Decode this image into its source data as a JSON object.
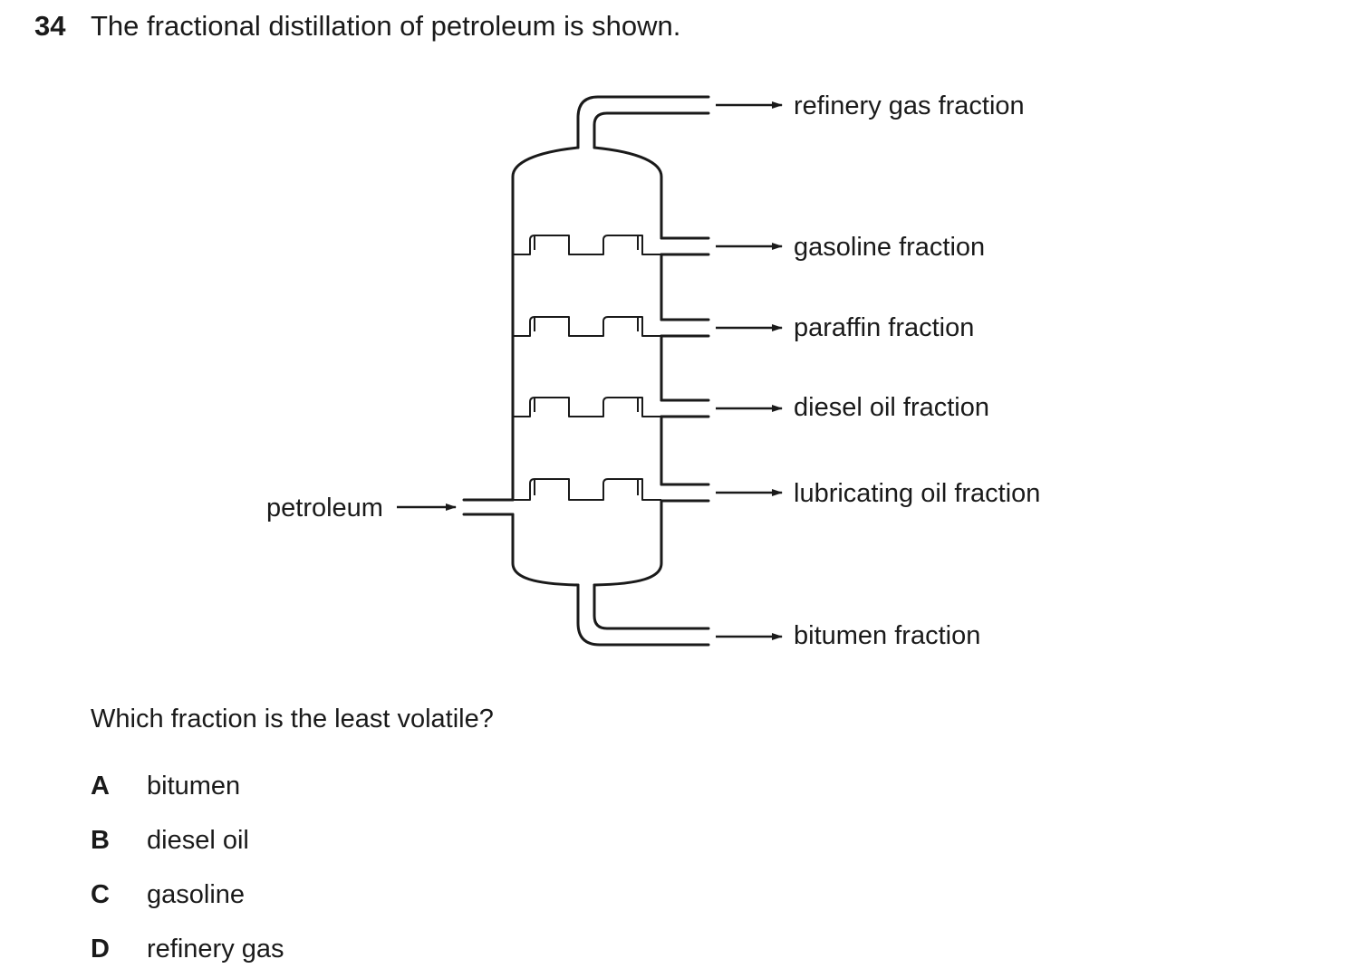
{
  "question": {
    "number": "34",
    "text": "The fractional distillation of petroleum is shown."
  },
  "diagram": {
    "feed_label": "petroleum",
    "fractions": [
      "refinery gas fraction",
      "gasoline fraction",
      "paraffin fraction",
      "diesel oil fraction",
      "lubricating oil fraction",
      "bitumen fraction"
    ]
  },
  "prompt": "Which fraction is the least volatile?",
  "options": [
    {
      "letter": "A",
      "text": "bitumen"
    },
    {
      "letter": "B",
      "text": "diesel oil"
    },
    {
      "letter": "C",
      "text": "gasoline"
    },
    {
      "letter": "D",
      "text": "refinery gas"
    }
  ]
}
